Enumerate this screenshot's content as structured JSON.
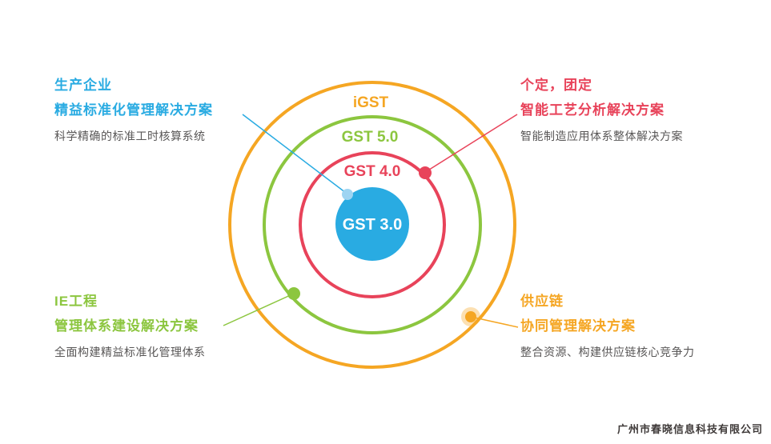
{
  "diagram": {
    "rings": [
      {
        "label": "iGST",
        "color": "#F5A623"
      },
      {
        "label": "GST 5.0",
        "color": "#8CC63F"
      },
      {
        "label": "GST 4.0",
        "color": "#E8435A"
      },
      {
        "label": "GST 3.0",
        "color": "#29ABE2"
      }
    ],
    "callouts": {
      "top_left": {
        "title": "生产企业",
        "subtitle": "精益标准化管理解决方案",
        "description": "科学精确的标准工时核算系统",
        "color": "#29ABE2"
      },
      "top_right": {
        "title": "个定，团定",
        "subtitle": "智能工艺分析解决方案",
        "description": "智能制造应用体系整体解决方案",
        "color": "#E8435A"
      },
      "bottom_left": {
        "title": "IE工程",
        "subtitle": "管理体系建设解决方案",
        "description": "全面构建精益标准化管理体系",
        "color": "#8CC63F"
      },
      "bottom_right": {
        "title": "供应链",
        "subtitle": "协同管理解决方案",
        "description": "整合资源、构建供应链核心竞争力",
        "color": "#F5A623"
      }
    }
  },
  "footer": {
    "company": "广州市春晓信息科技有限公司"
  }
}
